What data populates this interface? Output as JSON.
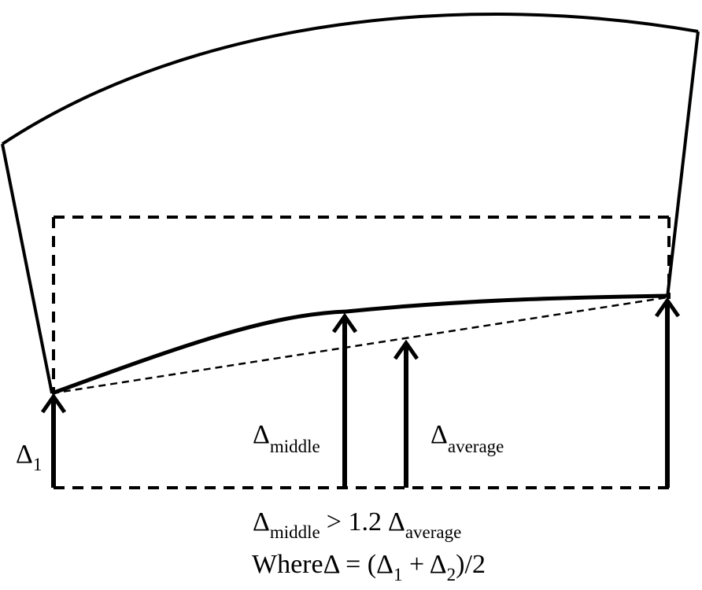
{
  "diagram": {
    "labels": {
      "delta1": {
        "symbol": "Δ",
        "subscript": "1"
      },
      "delta_middle": {
        "symbol": "Δ",
        "subscript": "middle"
      },
      "delta_average": {
        "symbol": "Δ",
        "subscript": "average"
      }
    },
    "equations": {
      "condition": {
        "lhs_symbol": "Δ",
        "lhs_subscript": "middle",
        "operator": "> 1.2",
        "rhs_symbol": "Δ",
        "rhs_subscript": "average"
      },
      "definition": {
        "prefix": "Where",
        "symbol": "Δ",
        "eq_open": " = (",
        "d1_symbol": "Δ",
        "d1_subscript": "1",
        "plus": " + ",
        "d2_symbol": "Δ",
        "d2_subscript": "2",
        "close": ")/2"
      }
    },
    "colors": {
      "stroke": "#000000",
      "background": "#ffffff"
    }
  }
}
